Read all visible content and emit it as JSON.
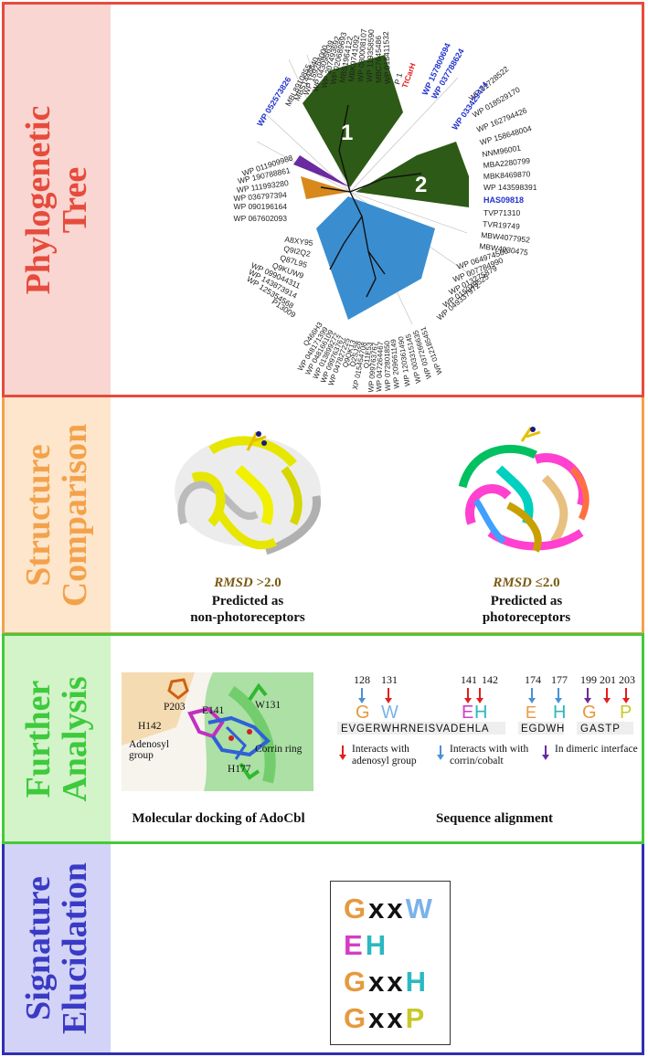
{
  "panels": [
    {
      "lines": [
        "Phylogenetic",
        "Tree"
      ],
      "color": "#e64b3c",
      "side_bg": "#f9d6d1",
      "border": "#e64b3c"
    },
    {
      "lines": [
        "Structure",
        "Comparison"
      ],
      "color": "#f3a24b",
      "side_bg": "#fde6cc",
      "border": "#f3a24b"
    },
    {
      "lines": [
        "Further",
        "Analysis"
      ],
      "color": "#3dca3c",
      "side_bg": "#d3f3c9",
      "border": "#44c93b"
    },
    {
      "lines": [
        "Signature",
        "Elucidation"
      ],
      "color": "#3a3ac5",
      "side_bg": "#d2d3f6",
      "border": "#2f2fb3"
    }
  ],
  "tree": {
    "clade_labels": [
      "1",
      "2"
    ],
    "clade_colors": {
      "green": "#2d5a16",
      "blue": "#3a8ed0",
      "orange": "#d8891c",
      "purple": "#6a2aa0"
    },
    "leaves_right": [
      "WP 064974560",
      "WP 007784990",
      "WP 013275879",
      "WP 015049525",
      "WP 049337972"
    ],
    "leaves_upper_right": [
      "WP 01728522",
      "WP 018529170",
      "WP 162794426",
      "WP 158648004",
      "NNM96001",
      "MBA2280799",
      "MBK8469870",
      "WP 143598391"
    ],
    "highlight_right": "HAS09818",
    "leaves_lower_right": [
      "TVP71310",
      "TVR19749",
      "MBW4077952",
      "MBW4030475"
    ],
    "leaves_left": [
      "WP 011909988",
      "WP 190788861",
      "WP 111993280",
      "WP 036797394",
      "WP 090196164",
      "WP 067602093"
    ],
    "leaves_mid_left": [
      "A8XY95",
      "Q9I2Q2",
      "Q87L95",
      "Q9KUW9",
      "WP 099044311",
      "WP 143873914",
      "WP 125354568",
      "P13009"
    ],
    "leaves_top": [
      "MBL8910855",
      "MBS1448840",
      "WP 159264000",
      "WP 043095639",
      "WP 207493692",
      "WP 020689693",
      "MBS1964122",
      "MBK9741092",
      "WP 080008107",
      "WP 119358590",
      "MBC7645486",
      "WP 018411532",
      "P 1"
    ],
    "highlight_top": [
      "WP 052573826",
      "WP 157800694",
      "WP 037788624",
      "WP 033429474"
    ],
    "red_label": "TtCarH",
    "leaves_bottom": [
      "Q466H3",
      "WP 048171399",
      "WP 048166109",
      "WP 013899272",
      "WP 099763767",
      "WP 047827225",
      "Q9QK13",
      "Q2SJ28",
      "XP 015454708",
      "Q11E53",
      "WP 099763767",
      "WP 047264467",
      "WP 072801850",
      "WP 209661149",
      "WP 120361490",
      "WP 003315145",
      "WP 037266635",
      "WP 012185451"
    ]
  },
  "structure": {
    "left_rmsd_label": "RMSD",
    "left_rmsd_value": " >2.0",
    "left_caption": [
      "Predicted as",
      "non-photoreceptors"
    ],
    "right_rmsd_label": "RMSD",
    "right_rmsd_value": " ≤2.0",
    "right_caption": [
      "Predicted as",
      "photoreceptors"
    ]
  },
  "analysis": {
    "docking_caption": "Molecular docking of AdoCbl",
    "docking_labels": {
      "p203": "P203",
      "e141": "E141",
      "w131": "W131",
      "h142": "H142",
      "adenosyl": "Adenosyl",
      "group": "group",
      "corrin": "Corrin ring",
      "h177": "H177"
    },
    "alignment_caption": "Sequence alignment",
    "positions": [
      "128",
      "131",
      "141",
      "142",
      "174",
      "177",
      "199",
      "201",
      "203"
    ],
    "seq_main": "EVGERWHRNEISVADEHLA",
    "seq_mid": "EGDWH",
    "seq_right": "GASTP",
    "legend": {
      "red": "Interacts with adenosyl group",
      "blue": "Interacts with with corrin/cobalt",
      "purple": "In dimeric interface"
    },
    "arrow_colors": {
      "red": "#e02020",
      "blue": "#4a90d9",
      "purple": "#6a2a9a"
    }
  },
  "signature": {
    "rows": [
      [
        {
          "t": "G",
          "c": "#e59a3e"
        },
        {
          "t": "x",
          "c": "#111111"
        },
        {
          "t": "x",
          "c": "#111111"
        },
        {
          "t": "W",
          "c": "#7bb2e8"
        }
      ],
      [
        {
          "t": "E",
          "c": "#d43ec2"
        },
        {
          "t": "H",
          "c": "#2cb8c0"
        }
      ],
      [
        {
          "t": "G",
          "c": "#e59a3e"
        },
        {
          "t": "x",
          "c": "#111111"
        },
        {
          "t": "x",
          "c": "#111111"
        },
        {
          "t": "H",
          "c": "#2cb8c0"
        }
      ],
      [
        {
          "t": "G",
          "c": "#e59a3e"
        },
        {
          "t": "x",
          "c": "#111111"
        },
        {
          "t": "x",
          "c": "#111111"
        },
        {
          "t": "P",
          "c": "#c9c82a"
        }
      ]
    ]
  }
}
